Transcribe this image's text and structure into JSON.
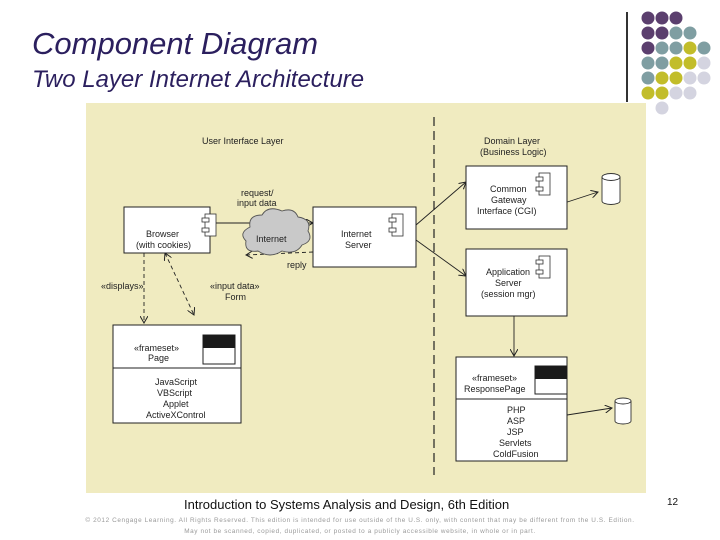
{
  "slide": {
    "title": "Component Diagram",
    "subtitle": "Two Layer Internet Architecture",
    "footer": "Introduction to Systems Analysis and Design, 6th Edition",
    "page_number": "12",
    "copyright_line1": "© 2012 Cengage Learning. All Rights Reserved. This edition is intended for use outside of the U.S. only, with content that may be different from the U.S. Edition.",
    "copyright_line2": "May not be scanned, copied, duplicated, or posted to a publicly accessible website, in whole or in part."
  },
  "diagram": {
    "layers": {
      "ui": "User Interface Layer",
      "domain_line1": "Domain Layer",
      "domain_line2": "(Business Logic)"
    },
    "components": {
      "browser": {
        "line1": "Browser",
        "line2": "(with cookies)"
      },
      "internet_server": {
        "line1": "Internet",
        "line2": "Server"
      },
      "cgi": {
        "line1": "Common",
        "line2": "Gateway",
        "line3": "Interface (CGI)"
      },
      "app_server": {
        "line1": "Application",
        "line2": "Server",
        "line3": "(session mgr)"
      },
      "page": {
        "stereotype": "«frameset»",
        "name": "Page",
        "items": [
          "JavaScript",
          "VBScript",
          "Applet",
          "ActiveXControl"
        ]
      },
      "response_page": {
        "stereotype": "«frameset»",
        "name": "ResponsePage",
        "items": [
          "PHP",
          "ASP",
          "JSP",
          "Servlets",
          "ColdFusion"
        ]
      }
    },
    "cloud_label": "Internet",
    "labels": {
      "request_line1": "request/",
      "request_line2": "input data",
      "reply": "reply",
      "displays": "«displays»",
      "input_data_line1": "«input data»",
      "input_data_line2": "Form"
    },
    "colors": {
      "background": "#f0ebc0",
      "title": "#2b1f5e",
      "dot_purple": "#5b3f6e",
      "dot_teal": "#7f9ea2",
      "dot_olive": "#c2bd2a",
      "dot_light": "#d4d4e0"
    }
  }
}
